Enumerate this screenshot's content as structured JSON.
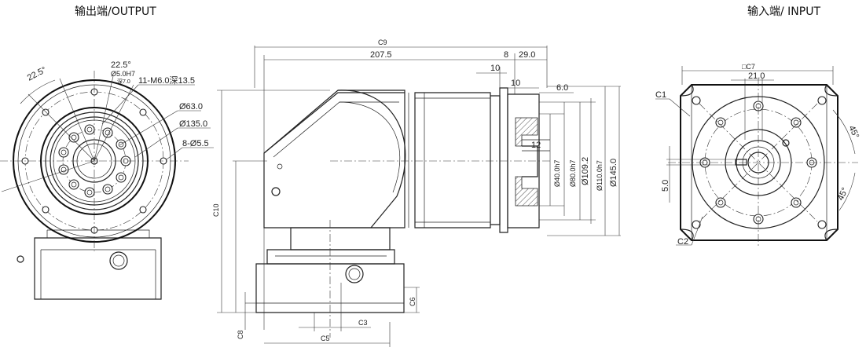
{
  "titles": {
    "output": "输出端/OUTPUT",
    "input": "输入端/ INPUT"
  },
  "output_view": {
    "angle_1": "22.5°",
    "angle_2": "22.5°",
    "bore": "Ø5.0H7",
    "bore_depth": "深7.0",
    "thread": "11-M6.0深13.5",
    "d_pilot": "Ø63.0",
    "d_pcd": "Ø135.0",
    "holes": "8-Ø5.5"
  },
  "side_view": {
    "overall": "C9",
    "length": "207.5",
    "d8": "8",
    "d29": "29.0",
    "d10a": "10",
    "d10b": "10",
    "d6": "6.0",
    "d12": "12",
    "dia_40": "Ø40.0h7",
    "dia_80": "Ø80.0h7",
    "dia_109": "Ø109.2",
    "dia_110": "Ø110.0h7",
    "dia_145": "Ø145.0",
    "c10": "C10",
    "c6": "C6",
    "c3": "C3",
    "c5": "C5",
    "c8": "C8"
  },
  "input_view": {
    "c7": "□C7",
    "d21": "21.0",
    "c1": "C1",
    "c2": "C2",
    "d5": "5.0",
    "angle_a": "45°",
    "angle_b": "45°"
  }
}
